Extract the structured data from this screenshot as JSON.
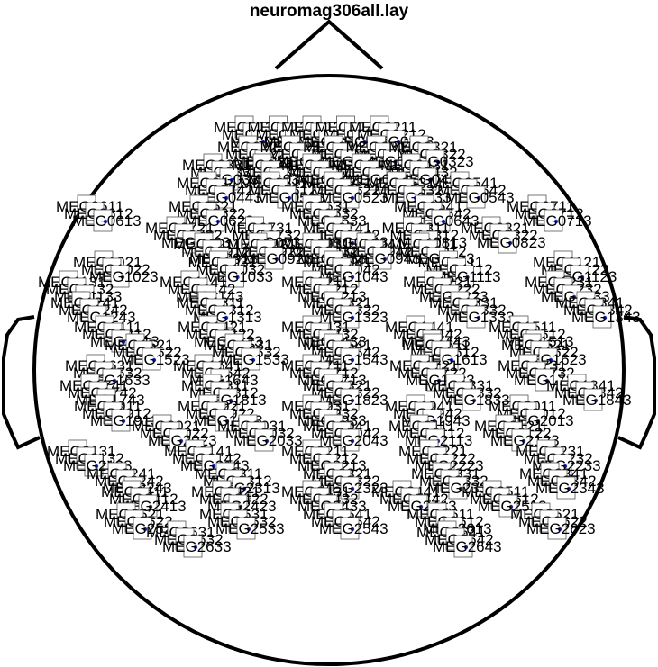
{
  "title": "neuromag306all.lay",
  "colors": {
    "outline": "#000000",
    "sensor_box": "#555555",
    "sensor_fill_a": "#ffffff",
    "sensor_fill_b": "#fffbd6",
    "sensor_marker": "#1f2bb8"
  },
  "sensors": [
    "MEG0111",
    "MEG0112",
    "MEG0113",
    "MEG0121",
    "MEG0122",
    "MEG0123",
    "MEG0131",
    "MEG0132",
    "MEG0133",
    "MEG0141",
    "MEG0142",
    "MEG0143",
    "MEG0211",
    "MEG0212",
    "MEG0213",
    "MEG0221",
    "MEG0222",
    "MEG0223",
    "MEG0231",
    "MEG0232",
    "MEG0233",
    "MEG0241",
    "MEG0242",
    "MEG0243",
    "MEG0311",
    "MEG0312",
    "MEG0313",
    "MEG0321",
    "MEG0322",
    "MEG0323",
    "MEG0331",
    "MEG0332",
    "MEG0333",
    "MEG0341",
    "MEG0342",
    "MEG0343",
    "MEG0411",
    "MEG0412",
    "MEG0413",
    "MEG0421",
    "MEG0422",
    "MEG0423",
    "MEG0431",
    "MEG0432",
    "MEG0433",
    "MEG0441",
    "MEG0442",
    "MEG0443",
    "MEG0511",
    "MEG0512",
    "MEG0513",
    "MEG0521",
    "MEG0522",
    "MEG0523",
    "MEG0531",
    "MEG0532",
    "MEG0533",
    "MEG0541",
    "MEG0542",
    "MEG0543",
    "MEG0611",
    "MEG0612",
    "MEG0613",
    "MEG0621",
    "MEG0622",
    "MEG0623",
    "MEG0631",
    "MEG0632",
    "MEG0633",
    "MEG0641",
    "MEG0642",
    "MEG0643",
    "MEG0711",
    "MEG0712",
    "MEG0713",
    "MEG0721",
    "MEG0722",
    "MEG0723",
    "MEG0731",
    "MEG0732",
    "MEG0733",
    "MEG0741",
    "MEG0742",
    "MEG0743",
    "MEG0811",
    "MEG0812",
    "MEG0813",
    "MEG0821",
    "MEG0822",
    "MEG0823",
    "MEG0911",
    "MEG0912",
    "MEG0913",
    "MEG0921",
    "MEG0922",
    "MEG0923",
    "MEG0931",
    "MEG0932",
    "MEG0933",
    "MEG0941",
    "MEG0942",
    "MEG0943",
    "MEG1011",
    "MEG1012",
    "MEG1013",
    "MEG1021",
    "MEG1022",
    "MEG1023",
    "MEG1031",
    "MEG1032",
    "MEG1033",
    "MEG1041",
    "MEG1042",
    "MEG1043",
    "MEG1111",
    "MEG1112",
    "MEG1113",
    "MEG1121",
    "MEG1122",
    "MEG1123",
    "MEG1131",
    "MEG1132",
    "MEG1133",
    "MEG1141",
    "MEG1142",
    "MEG1143",
    "MEG1211",
    "MEG1212",
    "MEG1213",
    "MEG1221",
    "MEG1222",
    "MEG1223",
    "MEG1231",
    "MEG1232",
    "MEG1233",
    "MEG1241",
    "MEG1242",
    "MEG1243",
    "MEG1311",
    "MEG1312",
    "MEG1313",
    "MEG1321",
    "MEG1322",
    "MEG1323",
    "MEG1331",
    "MEG1332",
    "MEG1333",
    "MEG1341",
    "MEG1342",
    "MEG1343",
    "MEG1411",
    "MEG1412",
    "MEG1413",
    "MEG1421",
    "MEG1422",
    "MEG1423",
    "MEG1431",
    "MEG1432",
    "MEG1433",
    "MEG1441",
    "MEG1442",
    "MEG1443",
    "MEG1511",
    "MEG1512",
    "MEG1513",
    "MEG1521",
    "MEG1522",
    "MEG1523",
    "MEG1531",
    "MEG1532",
    "MEG1533",
    "MEG1541",
    "MEG1542",
    "MEG1543",
    "MEG1611",
    "MEG1612",
    "MEG1613",
    "MEG1621",
    "MEG1622",
    "MEG1623",
    "MEG1631",
    "MEG1632",
    "MEG1633",
    "MEG1641",
    "MEG1642",
    "MEG1643",
    "MEG1711",
    "MEG1712",
    "MEG1713",
    "MEG1721",
    "MEG1722",
    "MEG1723",
    "MEG1731",
    "MEG1732",
    "MEG1733",
    "MEG1741",
    "MEG1742",
    "MEG1743",
    "MEG1811",
    "MEG1812",
    "MEG1813",
    "MEG1821",
    "MEG1822",
    "MEG1823",
    "MEG1831",
    "MEG1832",
    "MEG1833",
    "MEG1841",
    "MEG1842",
    "MEG1843",
    "MEG1911",
    "MEG1912",
    "MEG1913",
    "MEG1921",
    "MEG1922",
    "MEG1923",
    "MEG1931",
    "MEG1932",
    "MEG1933",
    "MEG1941",
    "MEG1942",
    "MEG1943",
    "MEG2011",
    "MEG2012",
    "MEG2013",
    "MEG2021",
    "MEG2022",
    "MEG2023",
    "MEG2031",
    "MEG2032",
    "MEG2033",
    "MEG2041",
    "MEG2042",
    "MEG2043",
    "MEG2111",
    "MEG2112",
    "MEG2113",
    "MEG2121",
    "MEG2122",
    "MEG2123",
    "MEG2131",
    "MEG2132",
    "MEG2133",
    "MEG2141",
    "MEG2142",
    "MEG2143",
    "MEG2211",
    "MEG2212",
    "MEG2213",
    "MEG2221",
    "MEG2222",
    "MEG2223",
    "MEG2231",
    "MEG2232",
    "MEG2233",
    "MEG2241",
    "MEG2242",
    "MEG2243",
    "MEG2311",
    "MEG2312",
    "MEG2313",
    "MEG2321",
    "MEG2322",
    "MEG2323",
    "MEG2331",
    "MEG2332",
    "MEG2333",
    "MEG2341",
    "MEG2342",
    "MEG2343",
    "MEG2411",
    "MEG2412",
    "MEG2413",
    "MEG2421",
    "MEG2422",
    "MEG2423",
    "MEG2431",
    "MEG2432",
    "MEG2433",
    "MEG2441",
    "MEG2442",
    "MEG2443",
    "MEG2511",
    "MEG2512",
    "MEG2513",
    "MEG2521",
    "MEG2522",
    "MEG2523",
    "MEG2531",
    "MEG2532",
    "MEG2533",
    "MEG2541",
    "MEG2542",
    "MEG2543",
    "MEG2611",
    "MEG2612",
    "MEG2613",
    "MEG2621",
    "MEG2622",
    "MEG2623",
    "MEG2631",
    "MEG2632",
    "MEG2633",
    "MEG2641",
    "MEG2642",
    "MEG2643"
  ]
}
